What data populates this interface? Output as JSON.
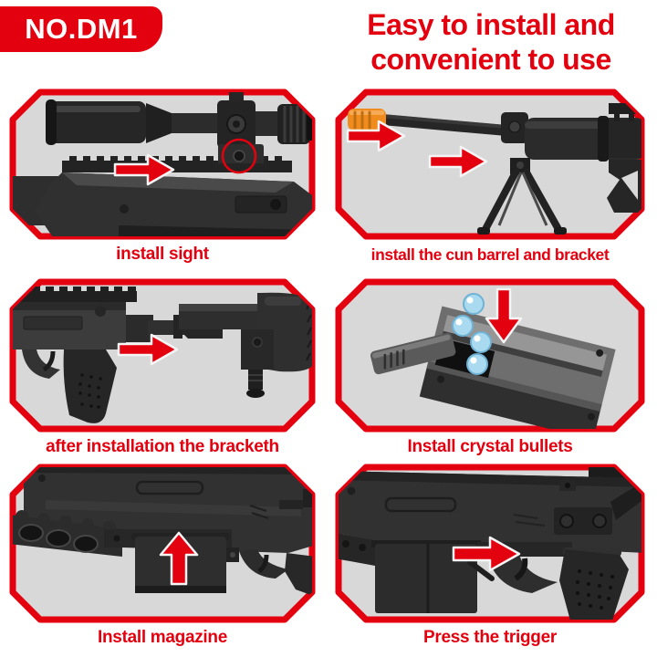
{
  "badge": {
    "label": "NO.DM1"
  },
  "title": {
    "line1": "Easy to install and",
    "line2": "convenient to use"
  },
  "colors": {
    "accent_red": "#e3000f",
    "panel_background": "#d8d8d8",
    "muzzle_orange": "#f08c1e",
    "crystal_blue": "#a9daf0",
    "gun_dark": "#2c2c2c",
    "page_background": "#ffffff"
  },
  "panels": [
    {
      "caption": "install sight",
      "arrow_directions": [
        "right"
      ],
      "highlight": "red circle around sight mount screw"
    },
    {
      "caption": "install the cun barrel and bracket",
      "arrow_directions": [
        "right",
        "right"
      ]
    },
    {
      "caption": "after installation the bracketh",
      "arrow_directions": [
        "right"
      ]
    },
    {
      "caption": "Install crystal bullets",
      "arrow_directions": [
        "down"
      ],
      "bullet_count": 4
    },
    {
      "caption": "Install magazine",
      "arrow_directions": [
        "up"
      ]
    },
    {
      "caption": "Press the trigger",
      "arrow_directions": [
        "right"
      ]
    }
  ]
}
